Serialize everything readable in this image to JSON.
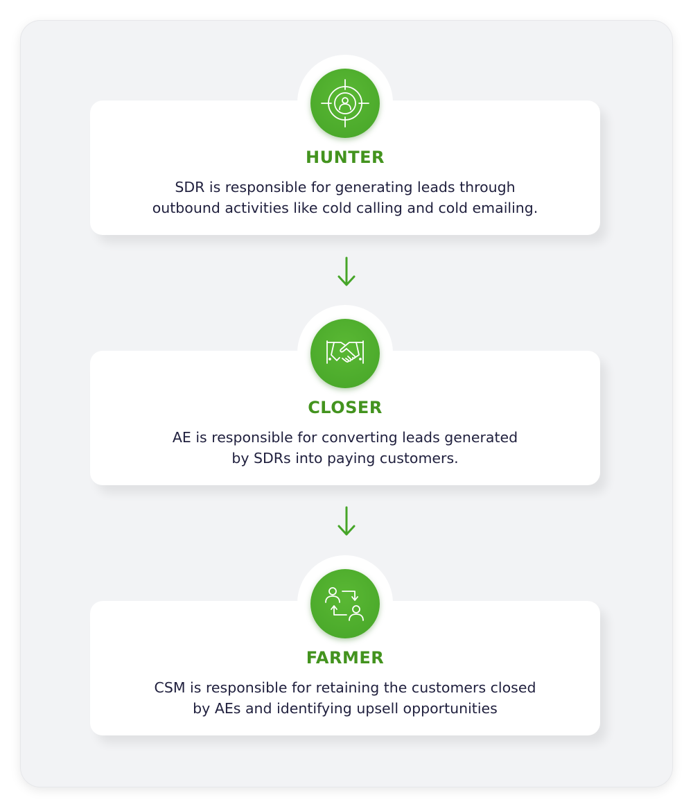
{
  "colors": {
    "accent_green": "#46a528",
    "title_green": "#43931e",
    "text_navy": "#1f1f3d",
    "panel_bg": "#f2f3f5"
  },
  "steps": [
    {
      "icon": "target-person-icon",
      "title": "HUNTER",
      "desc_line1": "SDR is responsible for generating leads through",
      "desc_line2": "outbound activities like cold calling and cold emailing."
    },
    {
      "icon": "handshake-icon",
      "title": "CLOSER",
      "desc_line1": "AE is responsible for converting leads generated",
      "desc_line2": "by SDRs into paying customers."
    },
    {
      "icon": "people-exchange-icon",
      "title": "FARMER",
      "desc_line1": "CSM is responsible for retaining the customers closed",
      "desc_line2": "by AEs and identifying upsell opportunities"
    }
  ]
}
